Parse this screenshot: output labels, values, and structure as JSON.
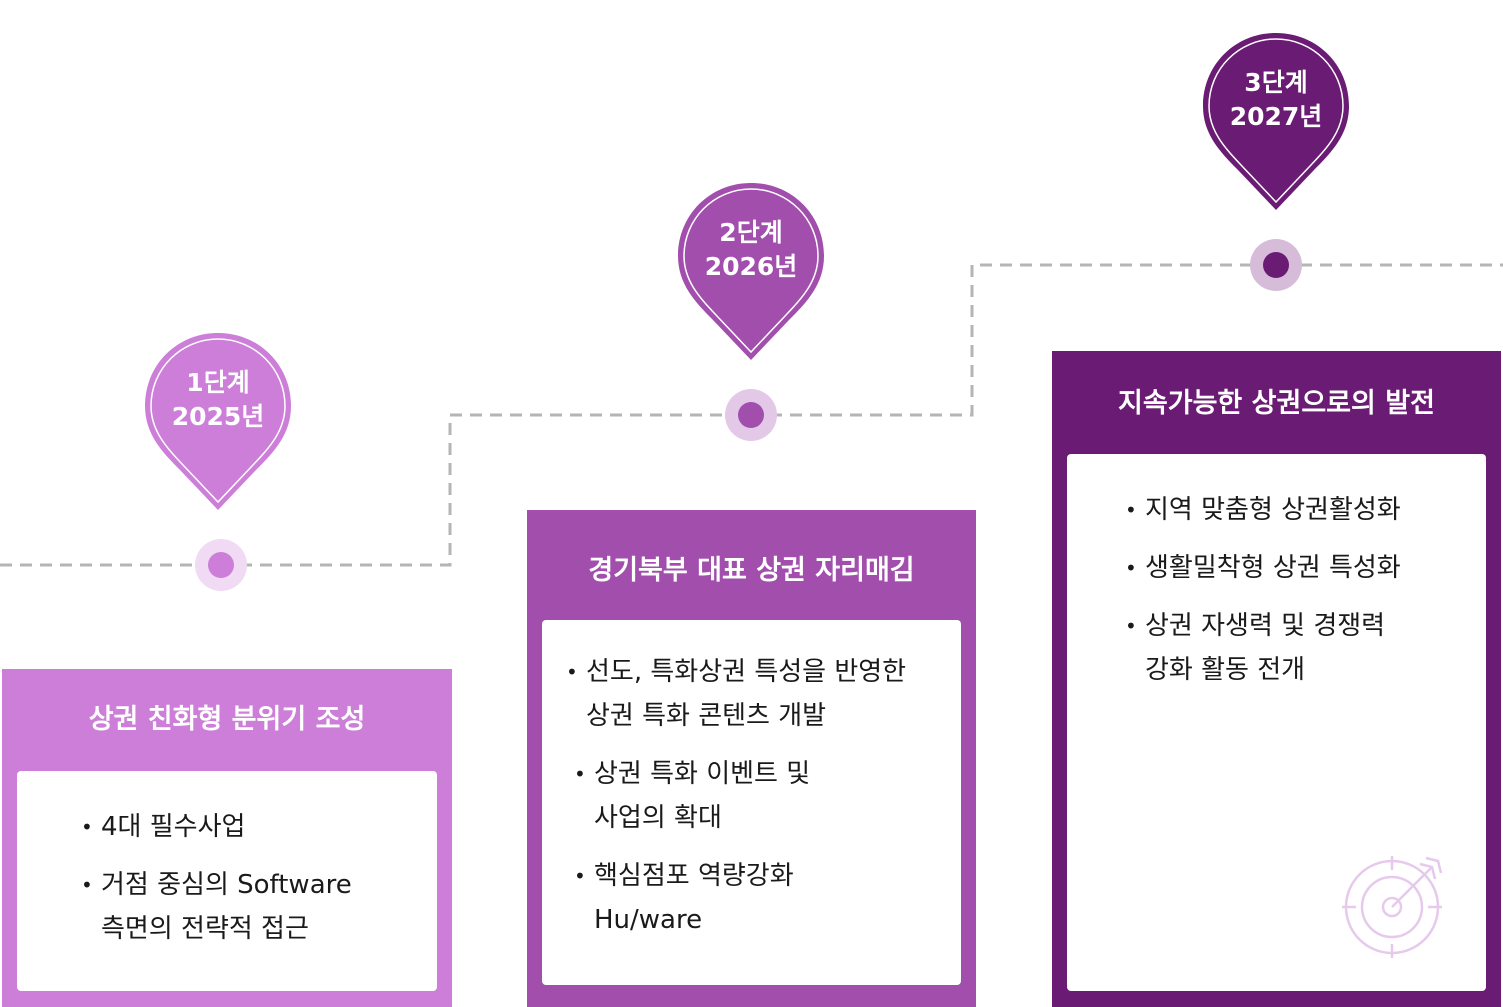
{
  "colors": {
    "stage1": "#cc7ed9",
    "stage2": "#a24ead",
    "stage3": "#6a1b73",
    "connector": "#b5b5b5",
    "icon": "#e6c9ec"
  },
  "stages": [
    {
      "step": "1단계",
      "year": "2025년",
      "title": "상권 친화형 분위기 조성",
      "bullets": [
        "4대 필수사업",
        "거점 중심의 Software\n측면의 전략적 접근"
      ]
    },
    {
      "step": "2단계",
      "year": "2026년",
      "title": "경기북부 대표 상권 자리매김",
      "bullets": [
        "선도, 특화상권 특성을 반영한\n상권 특화 콘텐츠 개발",
        "상권 특화 이벤트 및\n사업의 확대",
        "핵심점포 역량강화\nHu/ware"
      ]
    },
    {
      "step": "3단계",
      "year": "2027년",
      "title": "지속가능한 상권으로의 발전",
      "bullets": [
        "지역 맞춤형 상권활성화",
        "생활밀착형 상권 특성화",
        "상권 자생력 및 경쟁력\n강화 활동 전개"
      ]
    }
  ],
  "icon_name": "target-arrow-icon"
}
